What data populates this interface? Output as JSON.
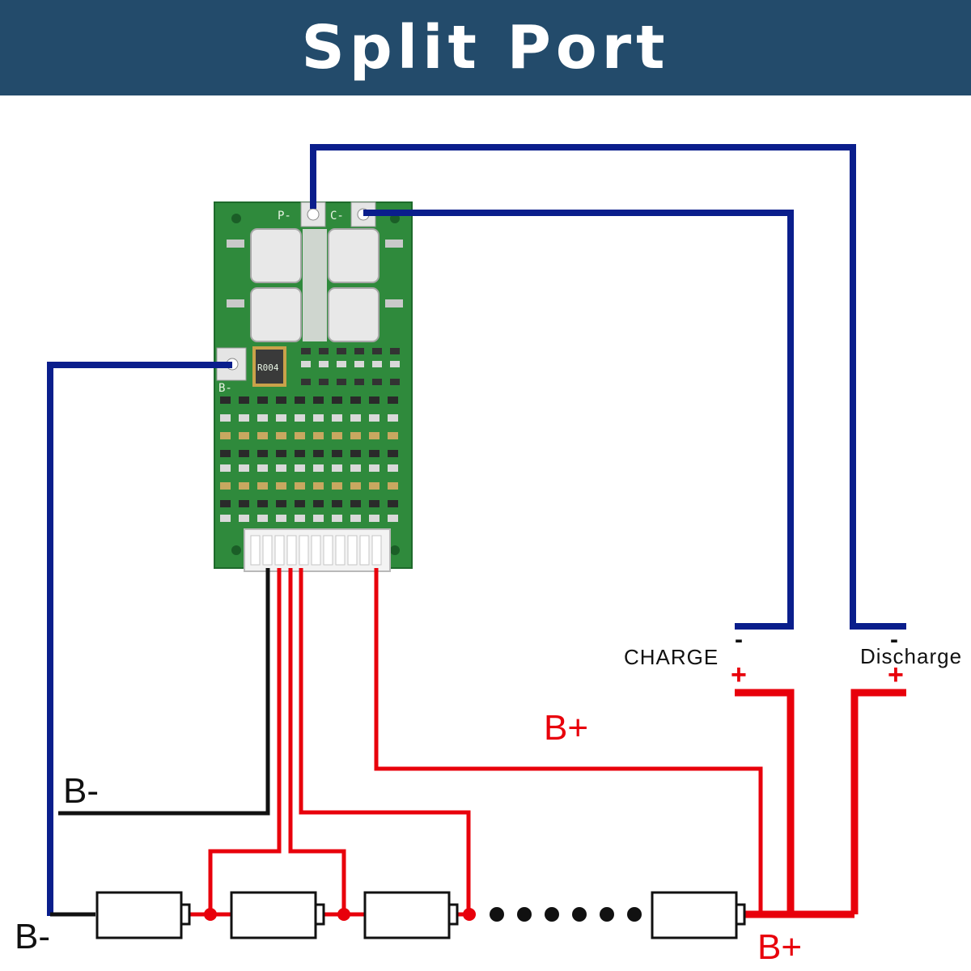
{
  "header": {
    "title": "Split Port"
  },
  "board": {
    "pad_labels": {
      "p_minus": "P-",
      "c_minus": "C-",
      "b_minus": "B-"
    },
    "shunt_marking": "R004"
  },
  "labels": {
    "charge": "CHARGE",
    "discharge": "Discharge",
    "b_plus_top": "B+",
    "b_plus_bottom": "B+",
    "b_minus_wire": "B-",
    "b_minus_cell": "B-",
    "minus_sign": "-",
    "plus_sign": "+"
  },
  "colors": {
    "header_bg": "#234b6b",
    "blue_wire": "#0a1e8c",
    "red_wire": "#e8000b",
    "black_wire": "#111111",
    "pcb_green": "#2f8a3c"
  },
  "cells": {
    "shown": 4,
    "ellipsis_dots": 6
  }
}
